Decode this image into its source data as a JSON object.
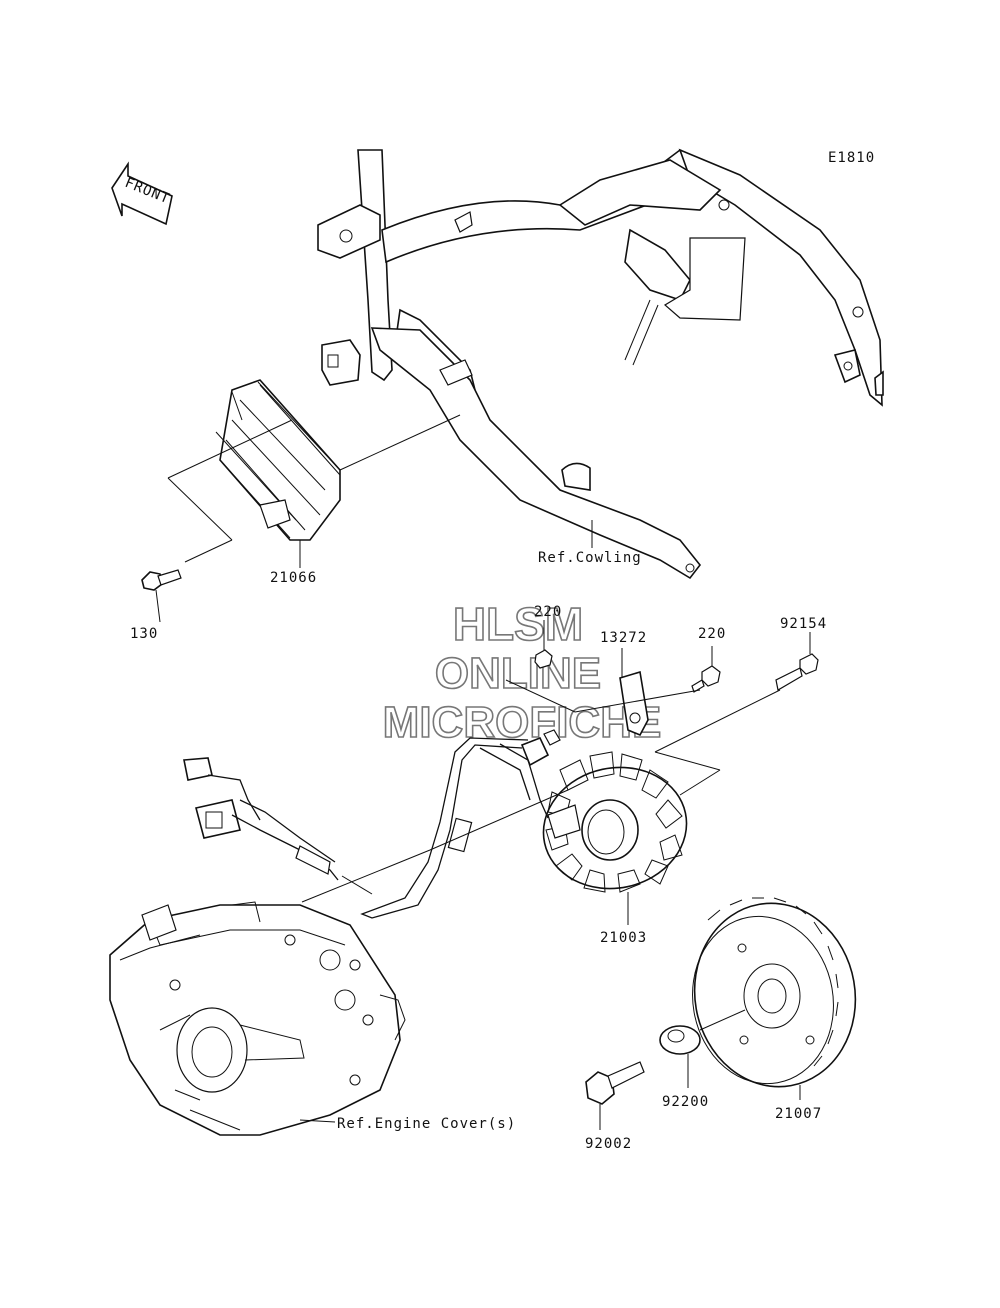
{
  "diagram": {
    "code": "E1810",
    "front_label": "FRONT",
    "watermark": [
      "HLSM",
      "ONLINE",
      "MICROFICHE"
    ],
    "parts": {
      "p130": "130",
      "p21066": "21066",
      "p220a": "220",
      "p220b": "220",
      "p13272": "13272",
      "p92154": "92154",
      "p21003": "21003",
      "p92200": "92200",
      "p21007": "21007",
      "p92002": "92002"
    },
    "refs": {
      "cowling": "Ref.Cowling",
      "engine_cover": "Ref.Engine Cover(s)"
    }
  }
}
